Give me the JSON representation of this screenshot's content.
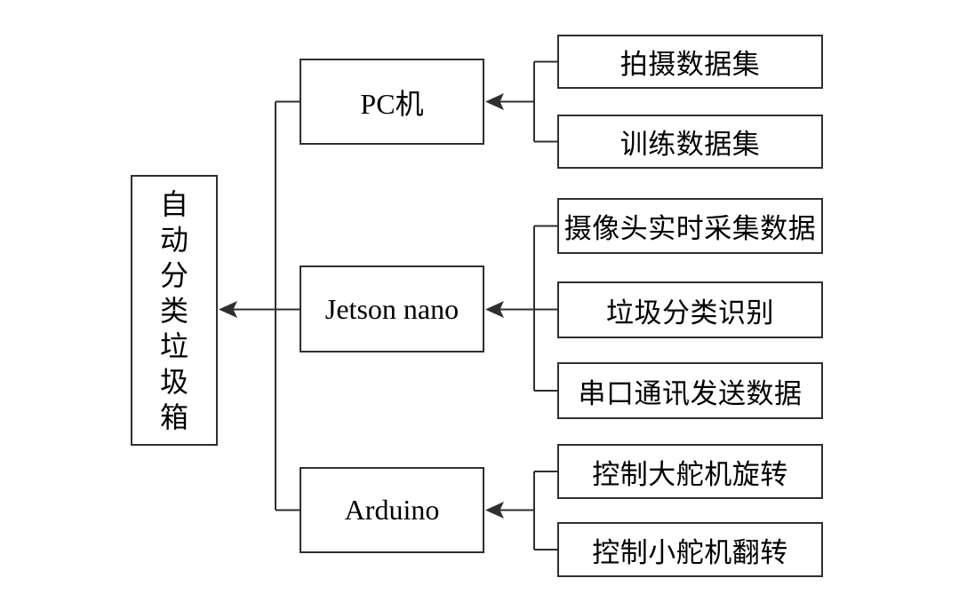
{
  "diagram": {
    "root": {
      "label": "自动分类垃圾箱"
    },
    "groups": [
      {
        "parent": {
          "label": "PC机"
        },
        "children": [
          {
            "label": "拍摄数据集"
          },
          {
            "label": "训练数据集"
          }
        ]
      },
      {
        "parent": {
          "label": "Jetson nano"
        },
        "children": [
          {
            "label": "摄像头实时采集数据"
          },
          {
            "label": "垃圾分类识别"
          },
          {
            "label": "串口通讯发送数据"
          }
        ]
      },
      {
        "parent": {
          "label": "Arduino"
        },
        "children": [
          {
            "label": "控制大舵机旋转"
          },
          {
            "label": "控制小舵机翻转"
          }
        ]
      }
    ],
    "colors": {
      "line": "#2f2f2f",
      "border": "#2f2f2f",
      "text": "#000000",
      "background": "#ffffff"
    }
  }
}
